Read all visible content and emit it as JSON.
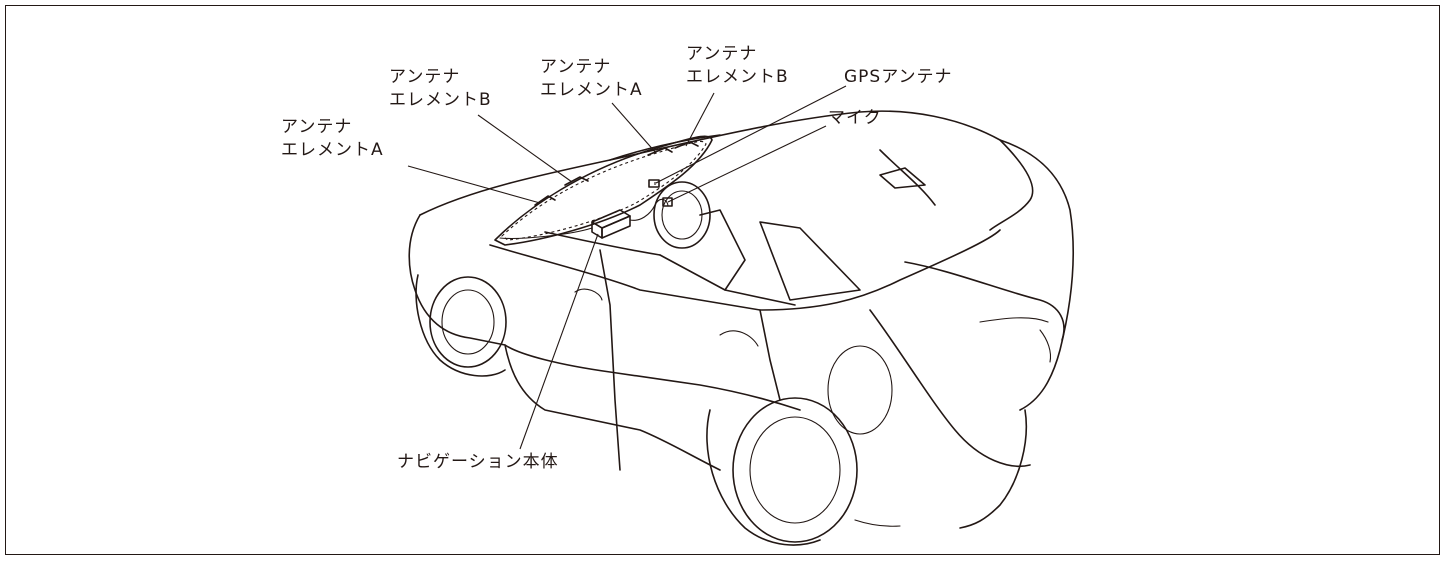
{
  "labels": {
    "element_a_left": [
      "アンテナ",
      "エレメントA"
    ],
    "element_b_left": [
      "アンテナ",
      "エレメントB"
    ],
    "element_a_mid": [
      "アンテナ",
      "エレメントA"
    ],
    "element_b_right": [
      "アンテナ",
      "エレメントB"
    ],
    "gps_antenna": "GPSアンテナ",
    "microphone": "マイク",
    "navigation_unit": "ナビゲーション本体"
  }
}
